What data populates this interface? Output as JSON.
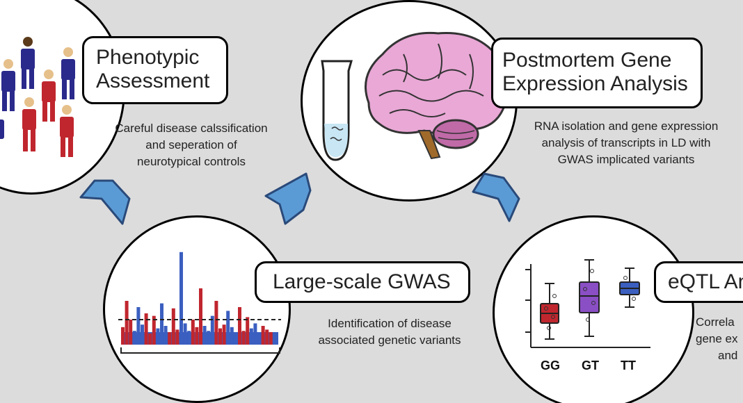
{
  "steps": {
    "phenotypic": {
      "title_line1": "Phenotypic",
      "title_line2": "Assessment",
      "desc": [
        "Careful disease calssification",
        "and seperation of",
        "neurotypical controls"
      ]
    },
    "postmortem": {
      "title_line1": "Postmortem Gene",
      "title_line2": "Expression Analysis",
      "desc": [
        "RNA isolation and gene expression",
        "analysis of transcripts in LD with",
        "GWAS implicated variants"
      ]
    },
    "gwas": {
      "title": "Large-scale GWAS",
      "desc": [
        "Identification of disease",
        "associated genetic variants"
      ]
    },
    "eqtl": {
      "title": "eQTL An",
      "desc": [
        "Correla",
        "gene ex",
        "and"
      ],
      "genotypes": [
        "GG",
        "GT",
        "TT"
      ]
    }
  },
  "colors": {
    "background": "#dcdcdc",
    "arrow": "#5b9bd5",
    "red": "#c0262e",
    "blue": "#3b5fc0",
    "navy": "#2a2a8c",
    "purple": "#8a4fc4",
    "brain": "#e9a8d6"
  },
  "icons": [
    "person-icon",
    "brain-icon",
    "test-tube-icon",
    "arrow-icon"
  ]
}
